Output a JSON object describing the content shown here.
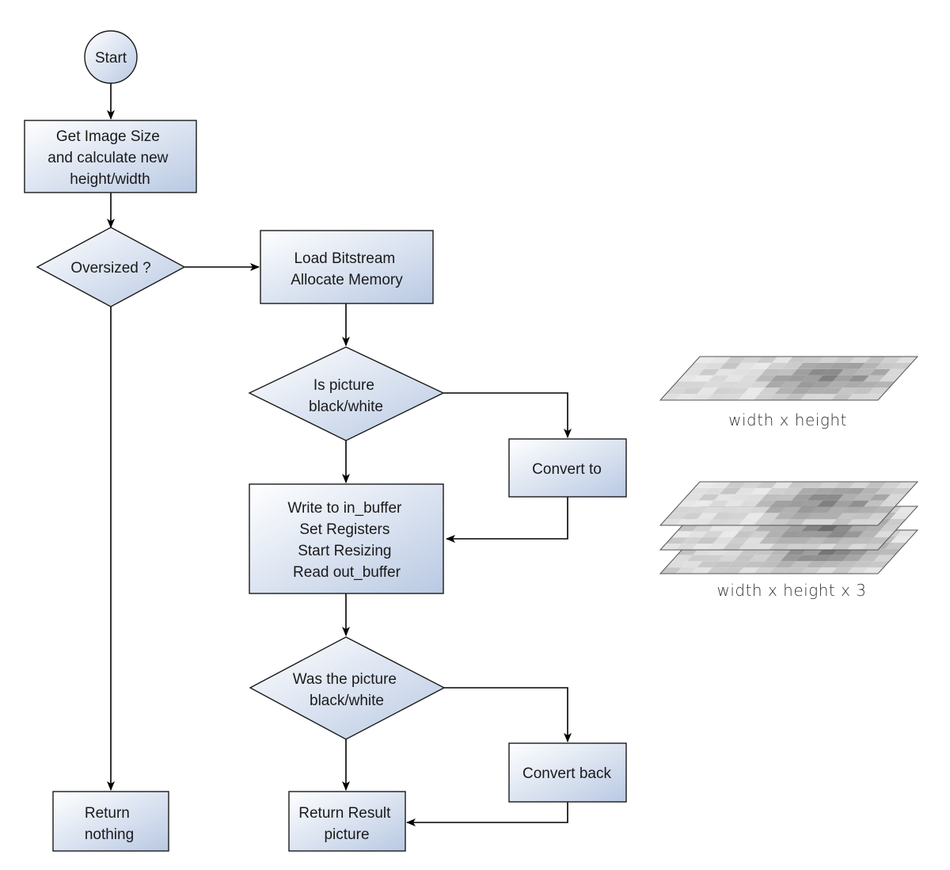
{
  "nodes": {
    "start": {
      "lines": [
        "Start"
      ]
    },
    "get_size": {
      "lines": [
        "Get Image Size",
        "and calculate new",
        "height/width"
      ]
    },
    "oversized": {
      "lines": [
        "Oversized ?"
      ]
    },
    "load": {
      "lines": [
        "Load Bitstream",
        "Allocate Memory"
      ]
    },
    "is_bw": {
      "lines": [
        "Is picture",
        "black/white"
      ]
    },
    "convert_to": {
      "lines": [
        "Convert to"
      ]
    },
    "write": {
      "lines": [
        "Write to in_buffer",
        "Set Registers",
        "Start Resizing",
        "Read out_buffer"
      ]
    },
    "was_bw": {
      "lines": [
        "Was the picture",
        "black/white"
      ]
    },
    "convert_back": {
      "lines": [
        "Convert back"
      ]
    },
    "return_nothing": {
      "lines": [
        "Return",
        "nothing"
      ]
    },
    "return_result": {
      "lines": [
        "Return Result",
        "picture"
      ]
    }
  },
  "illustrations": {
    "single": {
      "caption": "width x height"
    },
    "stack": {
      "caption": "width x height x 3"
    }
  },
  "colors": {
    "node_fill_light": "#ffffff",
    "node_fill_dark": "#b9c9e3",
    "stroke": "#1a1a1a"
  }
}
